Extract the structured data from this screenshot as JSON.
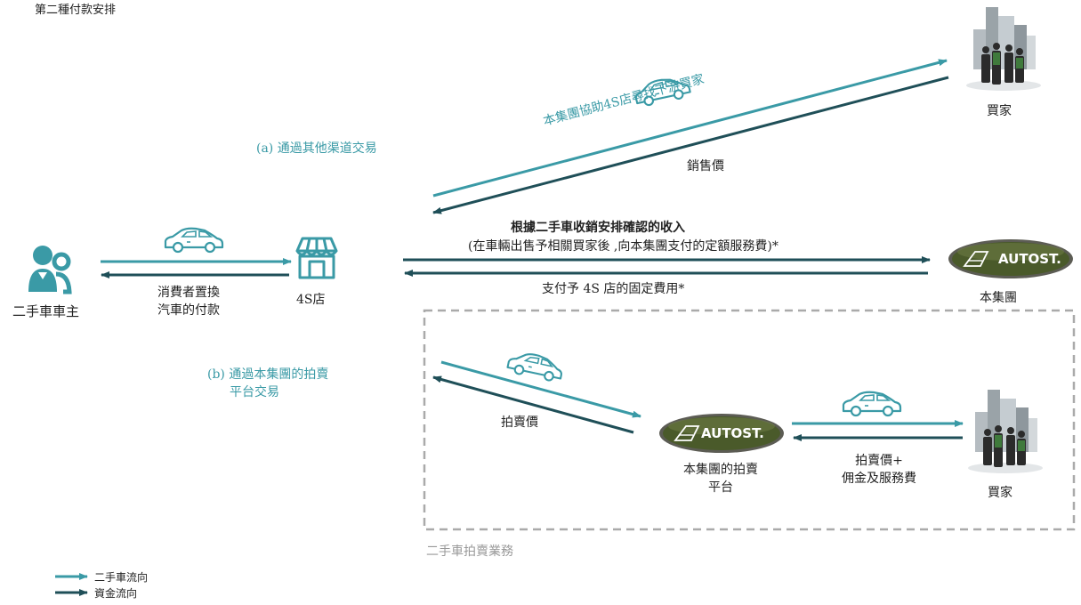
{
  "page_title": "第二種付款安排",
  "colors": {
    "car_flow": "#3a9aa6",
    "money_flow": "#1f4f58",
    "logo_bg": "#4a5a2a",
    "box_border": "#aaaaaa"
  },
  "section_a": {
    "label": "(a) 通過其他渠道交易"
  },
  "section_b": {
    "line1": "(b) 通過本集團的拍賣",
    "line2": "平台交易"
  },
  "nodes": {
    "owner": {
      "label": "二手車車主",
      "icon": "person-icon"
    },
    "store": {
      "label": "4S店",
      "icon": "store-icon"
    },
    "buyer_top": {
      "label": "買家",
      "icon": "buyers-city-icon"
    },
    "group": {
      "label": "本集團",
      "logo_text": "AUTOST."
    },
    "auction_platform": {
      "line1": "本集團的拍賣",
      "line2": "平台",
      "logo_text": "AUTOST."
    },
    "buyer_bottom": {
      "label": "買家",
      "icon": "buyers-city-icon"
    }
  },
  "flows": {
    "owner_payment": {
      "line1": "消費者置換",
      "line2": "汽車的付款"
    },
    "assist_buyer": "本集團協助4S店尋找下游買家",
    "sale_price": "銷售價",
    "income_title": "根據二手車收銷安排確認的收入",
    "income_detail": "(在車輛出售予相關買家後 ,向本集團支付的定額服務費)*",
    "fixed_fee": "支付予 4S 店的固定費用*",
    "auction_price": "拍賣價",
    "auction_fee_line1": "拍賣價+",
    "auction_fee_line2": "佣金及服務費"
  },
  "auction_box": {
    "label": "二手車拍賣業務"
  },
  "legend": {
    "car_flow": "二手車流向",
    "money_flow": "資金流向"
  }
}
